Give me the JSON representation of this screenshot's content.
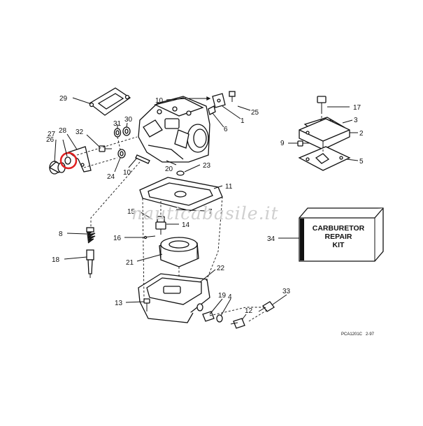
{
  "labels": {
    "n1": "1",
    "n2": "2",
    "n3": "3",
    "n4": "4",
    "n5": "5",
    "n6": "6",
    "n7": "7",
    "n8": "8",
    "n9": "9",
    "n10a": "10",
    "n10b": "10",
    "n11": "11",
    "n12": "12",
    "n13": "13",
    "n14": "14",
    "n15": "15",
    "n16": "16",
    "n17": "17",
    "n18": "18",
    "n19": "19",
    "n20": "20",
    "n21": "21",
    "n22": "22",
    "n23": "23",
    "n24": "24",
    "n25": "25",
    "n26": "26",
    "n27": "27",
    "n28": "28",
    "n29": "29",
    "n30": "30",
    "n31": "31",
    "n32": "32",
    "n33": "33",
    "n34": "34"
  },
  "kit_box": {
    "line1": "CARBURETOR",
    "line2": "REPAIR",
    "line3": "KIT"
  },
  "watermark": "nauticabasile.it",
  "drawing_code": "PCA1201C",
  "drawing_date": "2-97",
  "highlight_color": "#e02020"
}
